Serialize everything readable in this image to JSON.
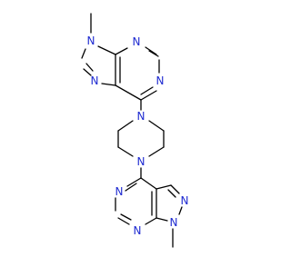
{
  "molecule": {
    "colors": {
      "bond": "#000000",
      "nitrogen": "#1f2bd1"
    },
    "atom_labels": {
      "n_purine_n9": "N",
      "n_purine_n3": "N",
      "n_purine_n7": "N",
      "n_purine_n1": "N",
      "n_piperazine_top": "N",
      "n_piperazine_bottom": "N",
      "n_pyrimidine_left": "N",
      "n_pyrazole_n2": "N",
      "n_pyrazole_n1": "N",
      "n_pyrimidine_bottom": "N"
    }
  }
}
